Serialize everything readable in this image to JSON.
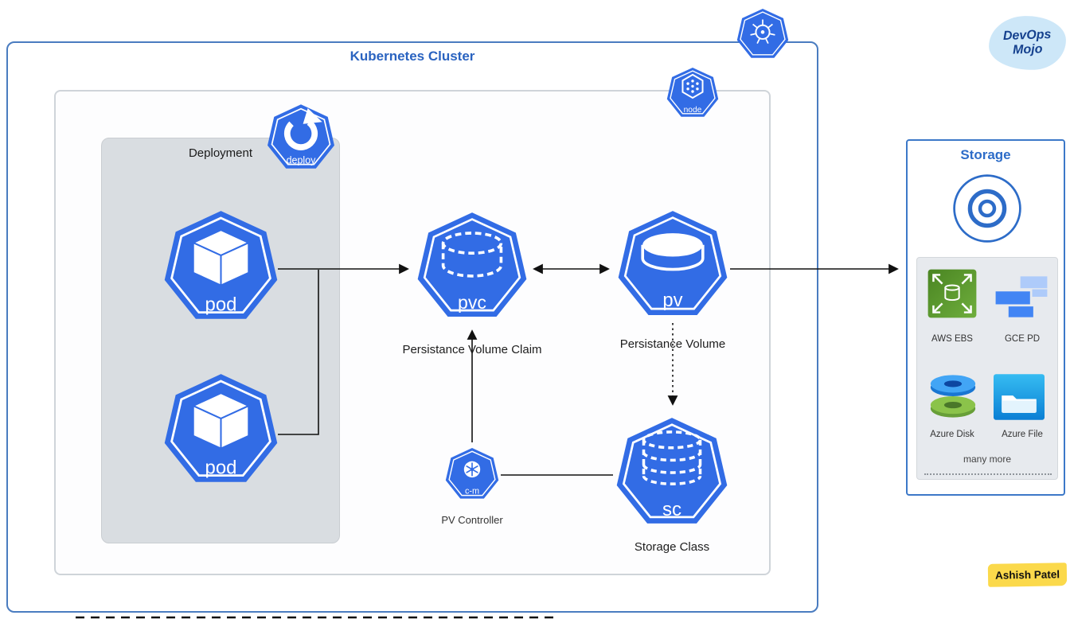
{
  "cluster": {
    "title": "Kubernetes Cluster"
  },
  "deployment": {
    "label": "Deployment"
  },
  "icons": {
    "deploy": "deploy",
    "node": "node",
    "pod": "pod",
    "pvc": "pvc",
    "pv": "pv",
    "cm": "c-m",
    "sc": "sc"
  },
  "labels": {
    "pvc": "Persistance Volume Claim",
    "pv": "Persistance Volume",
    "pv_controller": "PV Controller",
    "storage_class": "Storage Class"
  },
  "storage": {
    "title": "Storage",
    "providers": [
      {
        "name": "AWS EBS"
      },
      {
        "name": "GCE PD"
      },
      {
        "name": "Azure Disk"
      },
      {
        "name": "Azure File"
      }
    ],
    "more": "many more"
  },
  "badges": {
    "brand_line1": "DevOps",
    "brand_line2": "Mojo",
    "author": "Ashish Patel"
  },
  "colors": {
    "k8s_blue": "#326ce5",
    "cluster_border": "#4a7cc0",
    "title_blue": "#2a63c0",
    "storage_blue": "#2d6cc8",
    "ebs_green": "#5a9e32",
    "gcp_blue": "#4285f4",
    "gcp_light_blue": "#aecbfa",
    "azure_blue": "#42a5f5",
    "azure_green": "#8bc34a",
    "brand_bg": "#cde7f8",
    "brand_text": "#15418e",
    "author_bg": "#fbd94b",
    "arrow": "#111111"
  }
}
